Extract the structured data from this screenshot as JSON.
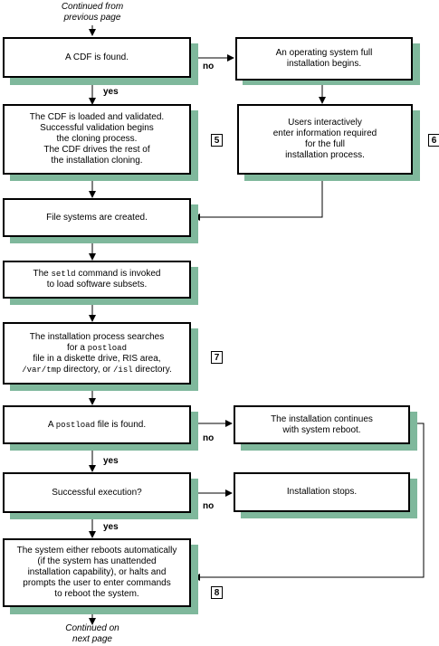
{
  "notes": {
    "top": [
      "Continued from",
      "previous page"
    ],
    "bottom": [
      "Continued on",
      "next page"
    ]
  },
  "labels": {
    "yes": "yes",
    "no": "no"
  },
  "boxes": {
    "cdf_found": [
      "A CDF is found."
    ],
    "full_install": [
      "An operating system full",
      "installation begins."
    ],
    "cdf_loaded": [
      "The CDF is loaded and validated.",
      "Successful validation begins",
      "the cloning process.",
      "The CDF drives the rest of",
      "the installation cloning."
    ],
    "users_interactive": [
      "Users interactively",
      "enter information required",
      "for the full",
      "installation process."
    ],
    "file_systems": [
      "File systems are created."
    ],
    "setld": {
      "pre": "The ",
      "cmd": "setld",
      "post": " command is invoked",
      "line2": "to load software subsets."
    },
    "search": {
      "l1": "The installation process searches",
      "l2pre": "for a ",
      "l2cmd": "postload",
      "l3": "file in a diskette drive, RIS area,",
      "l4cmd1": "/var/tmp",
      "l4mid": " directory, or ",
      "l4cmd2": "/isl",
      "l4post": " directory."
    },
    "postload_found": {
      "pre": "A ",
      "cmd": "postload",
      "post": " file is found."
    },
    "continues": [
      "The installation continues",
      "with system reboot."
    ],
    "success": [
      "Successful execution?"
    ],
    "stops": [
      "Installation stops."
    ],
    "final": [
      "The system either reboots automatically",
      "(if the system has unattended",
      "installation capability), or halts and",
      "prompts the user to enter commands",
      "to reboot the system."
    ]
  },
  "badges": {
    "b5": "5",
    "b6": "6",
    "b7": "7",
    "b8": "8"
  },
  "colors": {
    "shadow": "#7fb89c",
    "line": "#000000"
  }
}
